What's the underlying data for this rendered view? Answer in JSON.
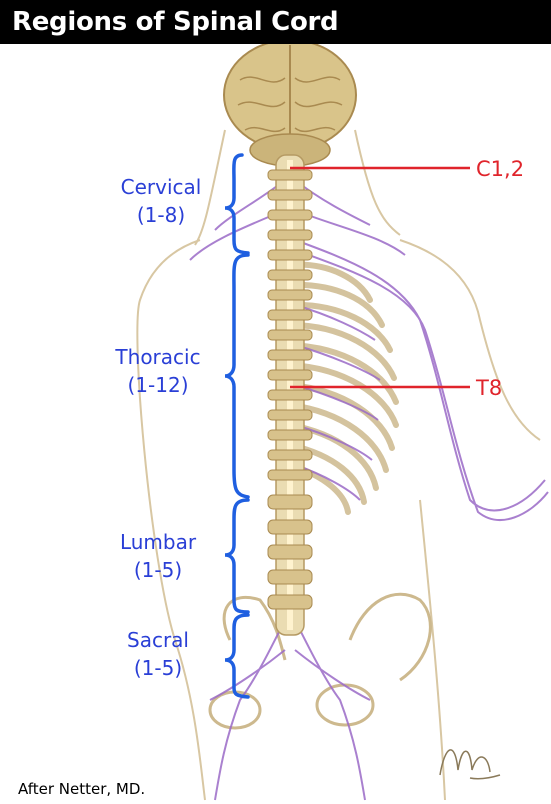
{
  "title": "Regions of Spinal Cord",
  "regions": [
    {
      "name": "Cervical",
      "range": "(1-8)"
    },
    {
      "name": "Thoracic",
      "range": "(1-12)"
    },
    {
      "name": "Lumbar",
      "range": "(1-5)"
    },
    {
      "name": "Sacral",
      "range": "(1-5)"
    }
  ],
  "levels": [
    {
      "label": "C1,2"
    },
    {
      "label": "T8"
    }
  ],
  "credit": "After Netter, MD.",
  "colors": {
    "title_background": "#000000",
    "title_text": "#ffffff",
    "region_text": "#2a3fd6",
    "level_marker": "#e0242b",
    "spinal_cord": "#e7d6a5",
    "nerves": "#9b6bc7"
  }
}
